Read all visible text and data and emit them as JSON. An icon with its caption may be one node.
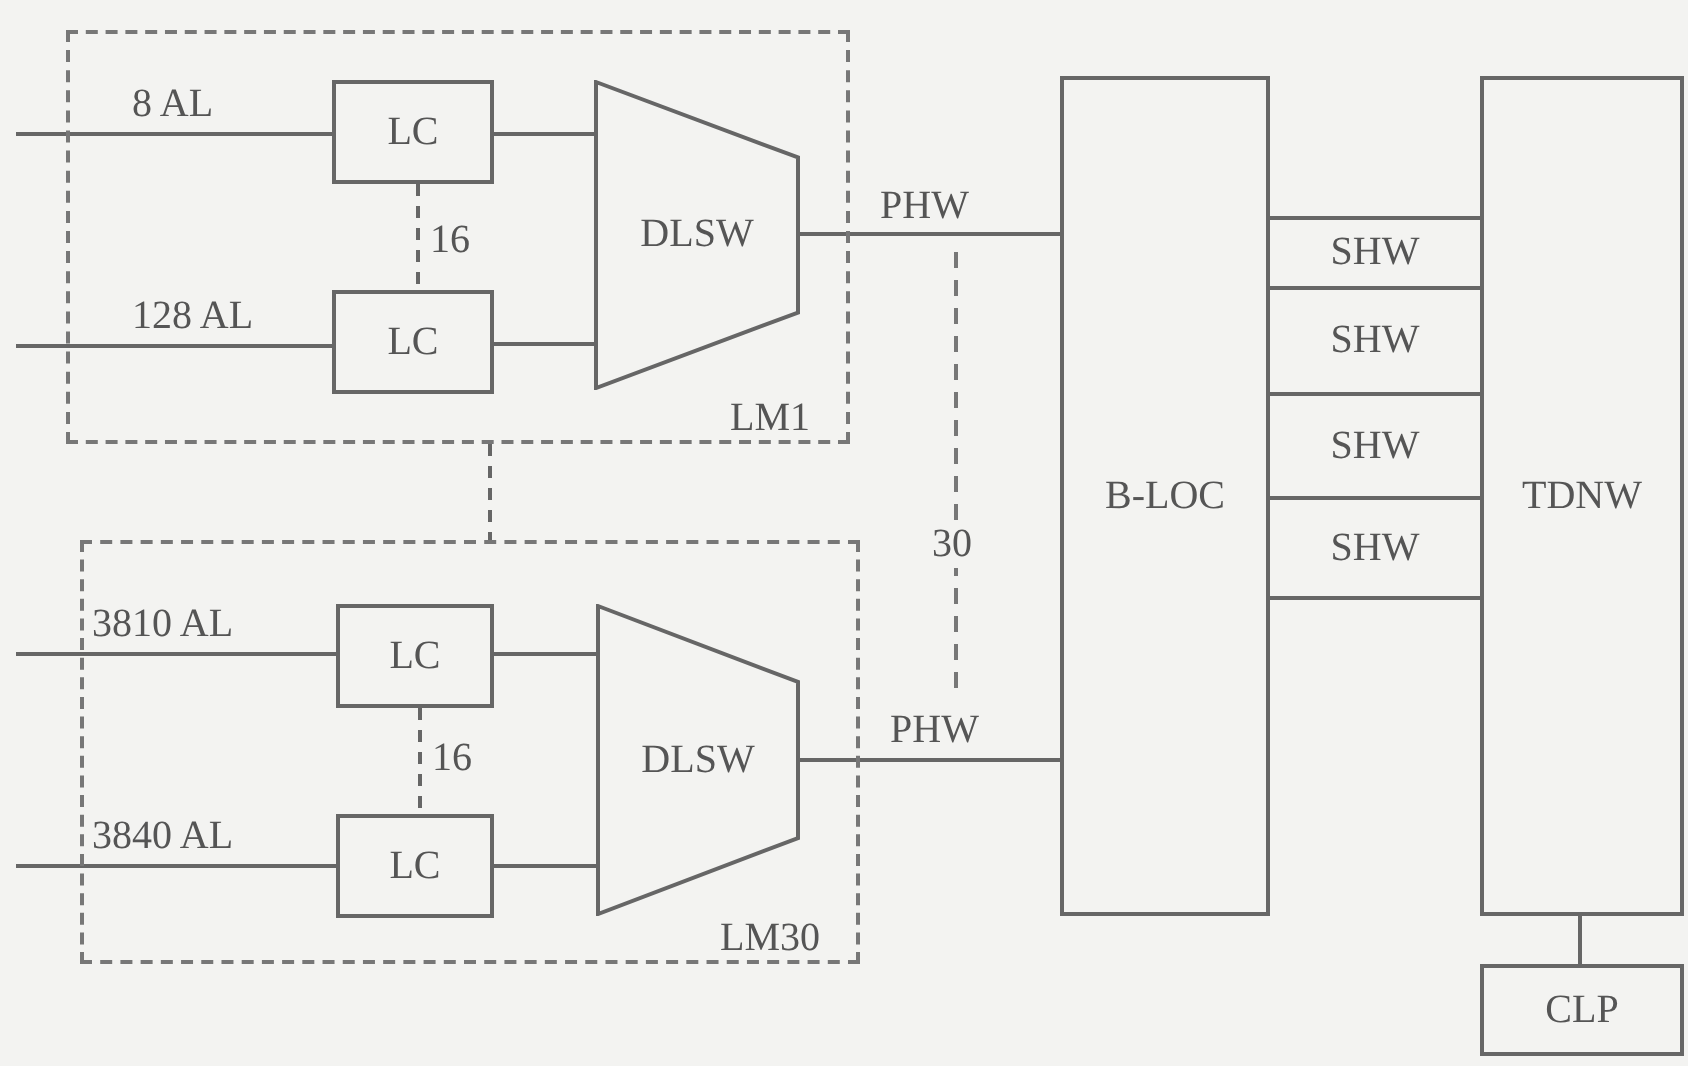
{
  "diagram": {
    "nodes": [
      {
        "text": [
          "LM1"
        ]
      },
      {
        "text": [
          "LC"
        ],
        "in": 0
      },
      {
        "text": [
          "LC"
        ],
        "in": 0
      },
      {
        "text": [
          "DLSW"
        ],
        "in": 0
      },
      {
        "text": [
          "LM30"
        ]
      },
      {
        "text": [
          "LC"
        ],
        "in": 4
      },
      {
        "text": [
          "LC"
        ],
        "in": 4
      },
      {
        "text": [
          "DLSW"
        ],
        "in": 4
      },
      {
        "text": [
          "B-LOC"
        ]
      },
      {
        "text": [
          "SHW"
        ]
      },
      {
        "text": [
          "SHW"
        ]
      },
      {
        "text": [
          "SHW"
        ]
      },
      {
        "text": [
          "SHW"
        ]
      },
      {
        "text": [
          "TDNW"
        ]
      },
      {
        "text": [
          "CLP"
        ]
      }
    ],
    "edges": [
      {
        "from": null,
        "to": 1,
        "arrow": "none",
        "label": "8 AL"
      },
      {
        "from": null,
        "to": 2,
        "arrow": "none",
        "label": "128 AL"
      },
      {
        "from": 1,
        "to": 3,
        "arrow": "none"
      },
      {
        "from": 2,
        "to": 3,
        "arrow": "none"
      },
      {
        "from": 3,
        "to": 8,
        "arrow": "none",
        "label": "PHW"
      },
      {
        "from": 1,
        "to": 2,
        "arrow": "none",
        "label": "16",
        "style": "dashed"
      },
      {
        "from": 0,
        "to": 4,
        "arrow": "none",
        "style": "dashed"
      },
      {
        "from": null,
        "to": 5,
        "arrow": "none",
        "label": "3810 AL"
      },
      {
        "from": null,
        "to": 6,
        "arrow": "none",
        "label": "3840 AL"
      },
      {
        "from": 5,
        "to": 7,
        "arrow": "none"
      },
      {
        "from": 6,
        "to": 7,
        "arrow": "none"
      },
      {
        "from": 7,
        "to": 8,
        "arrow": "none",
        "label": "PHW"
      },
      {
        "from": 5,
        "to": 6,
        "arrow": "none",
        "label": "16",
        "style": "dashed"
      },
      {
        "from": 13,
        "to": 14,
        "arrow": "none"
      }
    ],
    "labels": [
      "30"
    ]
  }
}
